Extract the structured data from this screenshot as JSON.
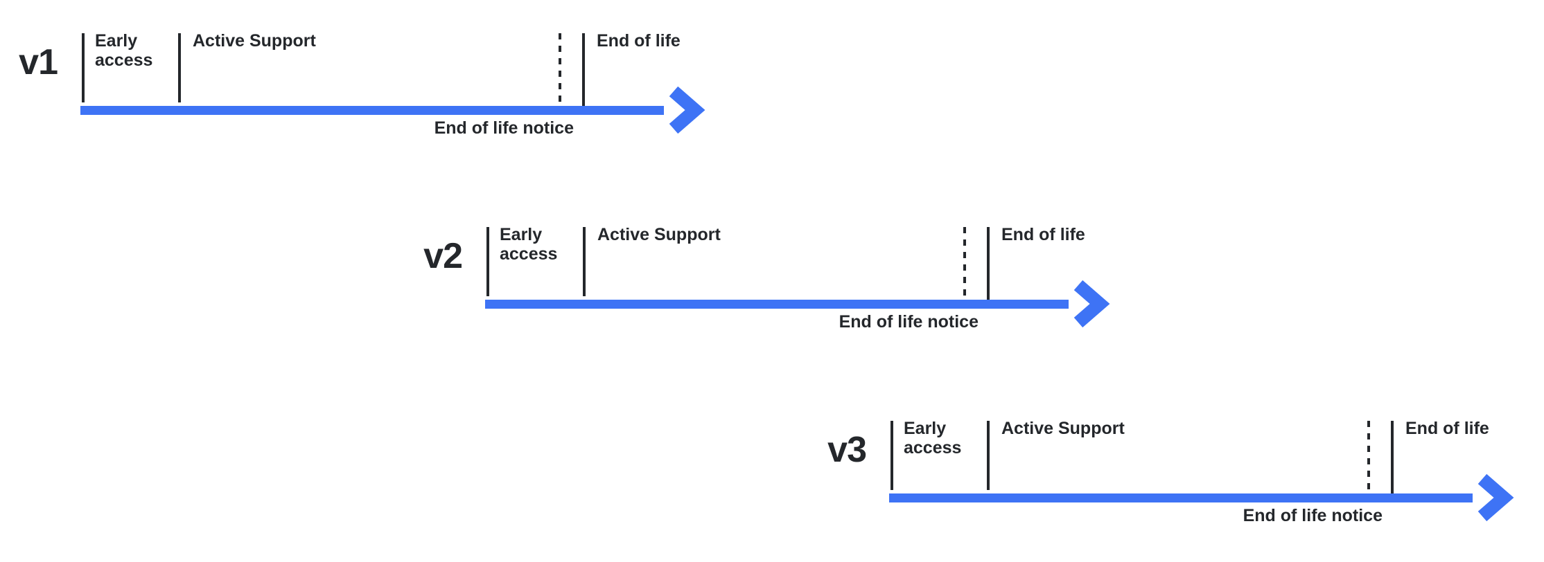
{
  "diagram": {
    "type": "release-lifecycle-timelines",
    "background": "#ffffff",
    "colors": {
      "arrow_blue": "#3E73F5",
      "ink": "#24272B"
    },
    "rows": [
      {
        "version": "v1",
        "phase_early": "Early access",
        "phase_active": "Active Support",
        "phase_eol": "End of life",
        "notice_label": "End of life notice"
      },
      {
        "version": "v2",
        "phase_early": "Early access",
        "phase_active": "Active Support",
        "phase_eol": "End of life",
        "notice_label": "End of life notice"
      },
      {
        "version": "v3",
        "phase_early": "Early access",
        "phase_active": "Active Support",
        "phase_eol": "End of life",
        "notice_label": "End of life notice"
      }
    ]
  }
}
